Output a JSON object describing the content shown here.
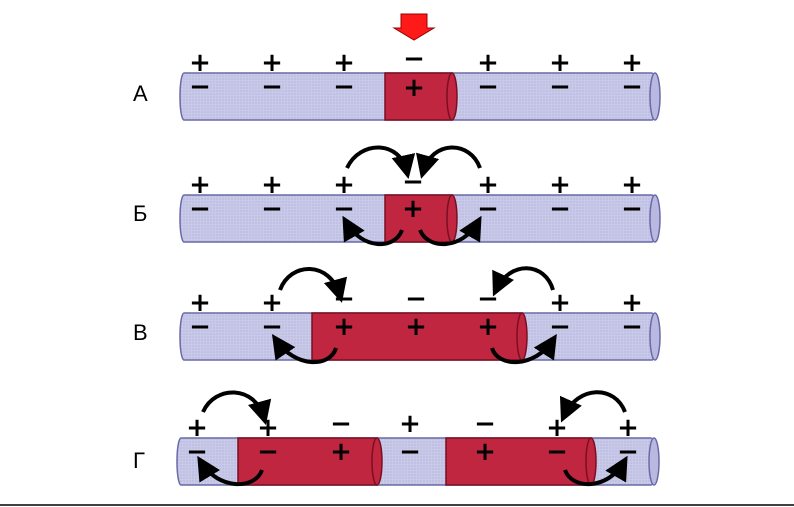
{
  "rows": [
    {
      "label": "А",
      "outside": [
        "+",
        "+",
        "+",
        "−",
        "+",
        "+",
        "+"
      ],
      "inside": [
        "−",
        "−",
        "−",
        "+",
        "−",
        "−",
        "−"
      ]
    },
    {
      "label": "Б",
      "outside": [
        "+",
        "+",
        "+",
        "−",
        "+",
        "+",
        "+"
      ],
      "inside": [
        "−",
        "−",
        "−",
        "+",
        "−",
        "−",
        "−"
      ]
    },
    {
      "label": "В",
      "outside": [
        "+",
        "+",
        "−",
        "−",
        "−",
        "+",
        "+"
      ],
      "inside": [
        "−",
        "−",
        "+",
        "+",
        "+",
        "−",
        "−"
      ]
    },
    {
      "label": "Г",
      "outside": [
        "+",
        "+",
        "−",
        "+",
        "−",
        "+",
        "+"
      ],
      "inside": [
        "−",
        "−",
        "+",
        "−",
        "+",
        "−",
        "−"
      ]
    }
  ],
  "colors": {
    "axon": "#c8c8e8",
    "axon_edge": "#6a6aa8",
    "excited": "#c0263f",
    "excited_edge": "#7a0f22",
    "stimulus": "#ff1a1a",
    "arrow": "#000000"
  }
}
